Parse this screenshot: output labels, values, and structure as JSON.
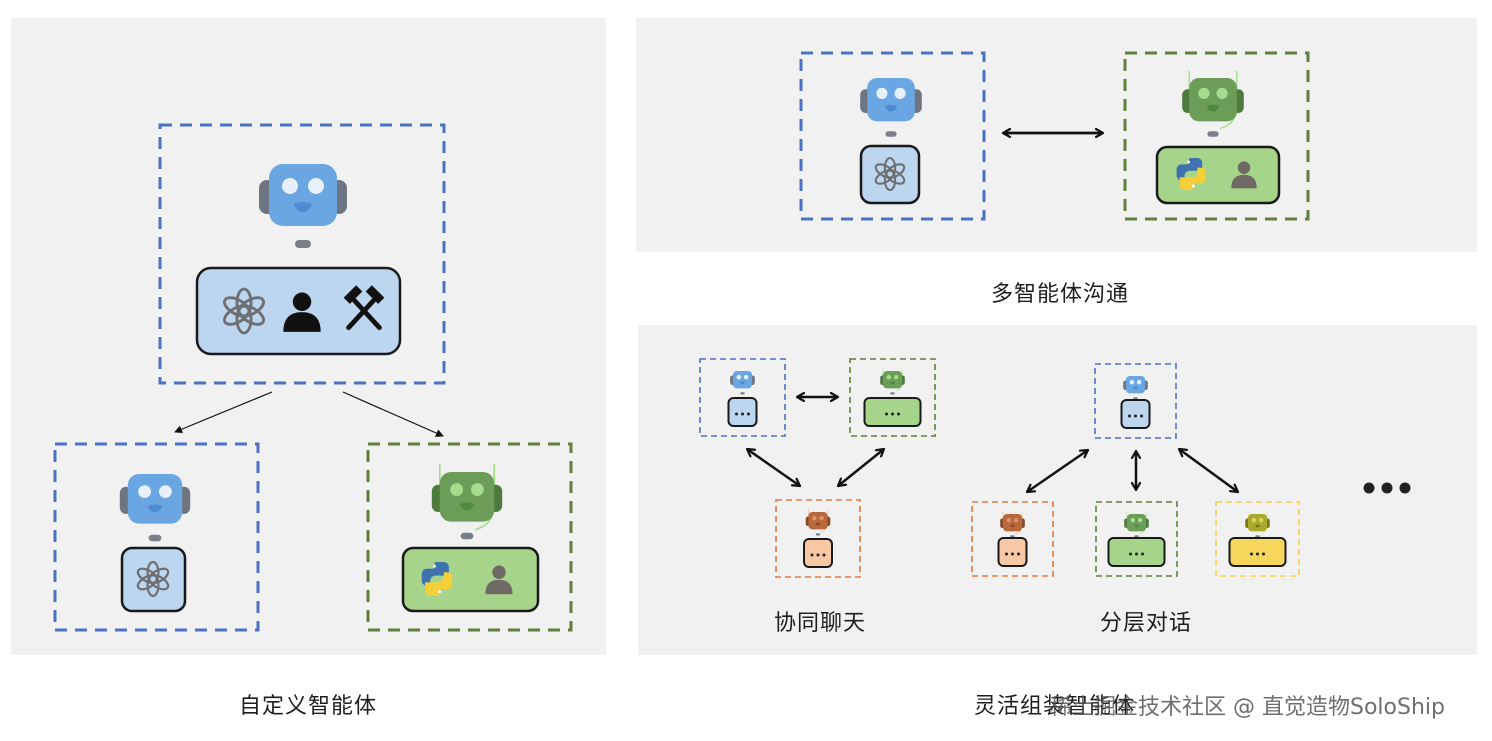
{
  "colors": {
    "panel_bg": "#f1f1f1",
    "blue_border": "#4a72c4",
    "green_border": "#5f7f3a",
    "orange_border": "#e07a40",
    "yellow_border": "#f2d24a",
    "robot_blue": "#6aa6e2",
    "robot_green": "#6c9d58",
    "robot_orange": "#b8683a",
    "robot_olive": "#a9aa2c",
    "tool_blue_fill": "#bdd6ef",
    "tool_green_fill": "#a6d48a",
    "tool_orange_fill": "#f8c8a4",
    "tool_yellow_fill": "#f6d75c"
  },
  "panels": {
    "custom_agent": {
      "caption": "自定义智能体",
      "main_agent": {
        "color": "blue",
        "tools": [
          "openai-icon",
          "user-icon",
          "tools-icon"
        ]
      },
      "child_agents": [
        {
          "color": "blue",
          "tools": [
            "openai-icon"
          ]
        },
        {
          "color": "green",
          "tools": [
            "python-icon",
            "user-icon"
          ]
        }
      ]
    },
    "multi_agent_communication": {
      "caption": "多智能体沟通",
      "agents": [
        {
          "color": "blue",
          "tools": [
            "openai-icon"
          ]
        },
        {
          "color": "green",
          "tools": [
            "python-icon",
            "user-icon"
          ]
        }
      ],
      "connector": "bidirectional-arrow"
    },
    "flexible_assembly": {
      "caption": "灵活组装智能体",
      "collaborative_chat": {
        "label": "协同聊天",
        "agents": [
          {
            "color": "blue",
            "tool_label": "..."
          },
          {
            "color": "green",
            "tool_label": "..."
          },
          {
            "color": "orange",
            "tool_label": "..."
          }
        ]
      },
      "hierarchical_dialogue": {
        "label": "分层对话",
        "agents": [
          {
            "color": "blue",
            "tool_label": "..."
          },
          {
            "color": "orange",
            "tool_label": "..."
          },
          {
            "color": "green",
            "tool_label": "..."
          },
          {
            "color": "yellow",
            "tool_label": "..."
          }
        ]
      },
      "more_indicator": "•••"
    }
  },
  "watermark": "稀土掘金技术社区 @ 直觉造物SoloShip"
}
